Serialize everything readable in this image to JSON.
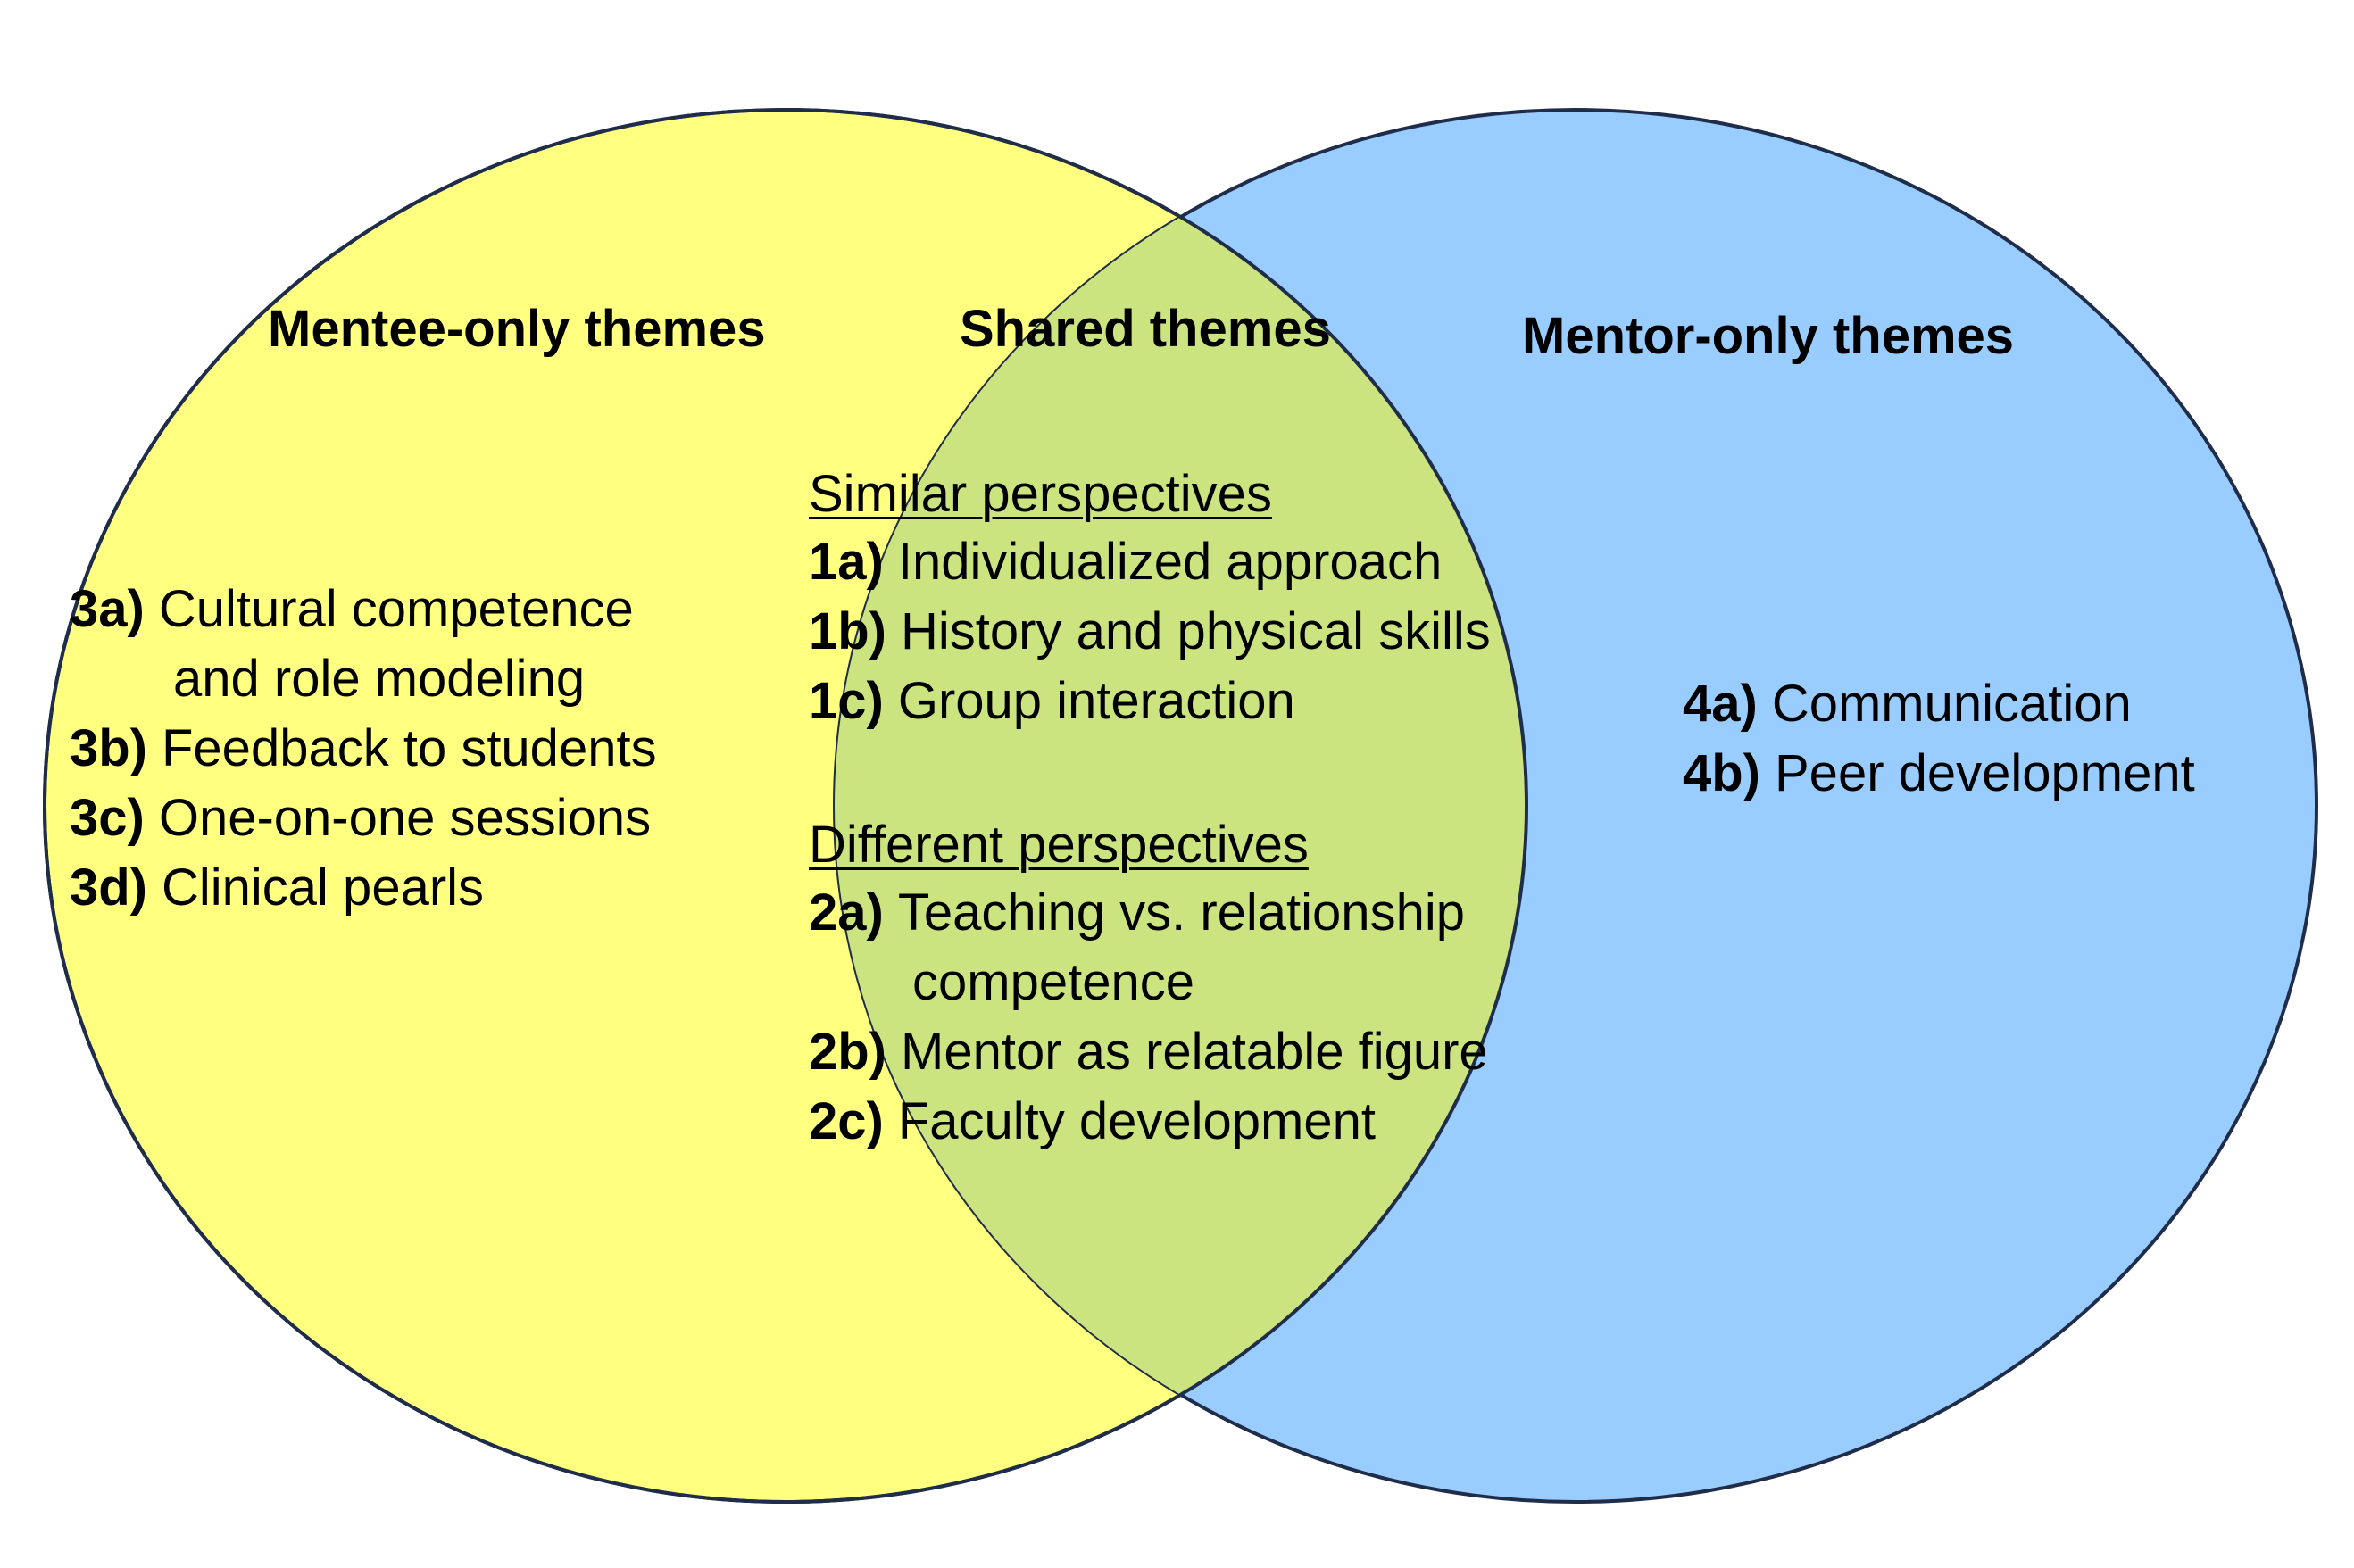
{
  "colors": {
    "mentee_fill": "#ffff80",
    "mentor_fill": "#99ccff",
    "overlap_fill": "#cce480",
    "outline": "#1f2d4a"
  },
  "titles": {
    "mentee": "Mentee-only themes",
    "shared": "Shared themes",
    "mentor": "Mentor-only themes"
  },
  "mentee_themes": [
    {
      "code": "3a)",
      "text": "Cultural competence",
      "continuation": "and role modeling"
    },
    {
      "code": "3b)",
      "text": "Feedback to students"
    },
    {
      "code": "3c)",
      "text": "One-on-one sessions"
    },
    {
      "code": "3d)",
      "text": "Clinical pearls"
    }
  ],
  "shared": {
    "similar_heading": "Similar perspectives",
    "similar": [
      {
        "code": "1a)",
        "text": "Individualized approach"
      },
      {
        "code": "1b)",
        "text": "History and physical skills"
      },
      {
        "code": "1c)",
        "text": "Group interaction"
      }
    ],
    "different_heading": "Different perspectives",
    "different": [
      {
        "code": "2a)",
        "text": "Teaching vs. relationship",
        "continuation": "competence"
      },
      {
        "code": "2b)",
        "text": "Mentor as relatable figure"
      },
      {
        "code": "2c)",
        "text": "Faculty development"
      }
    ]
  },
  "mentor_themes": [
    {
      "code": "4a)",
      "text": "Communication"
    },
    {
      "code": "4b)",
      "text": "Peer development"
    }
  ]
}
